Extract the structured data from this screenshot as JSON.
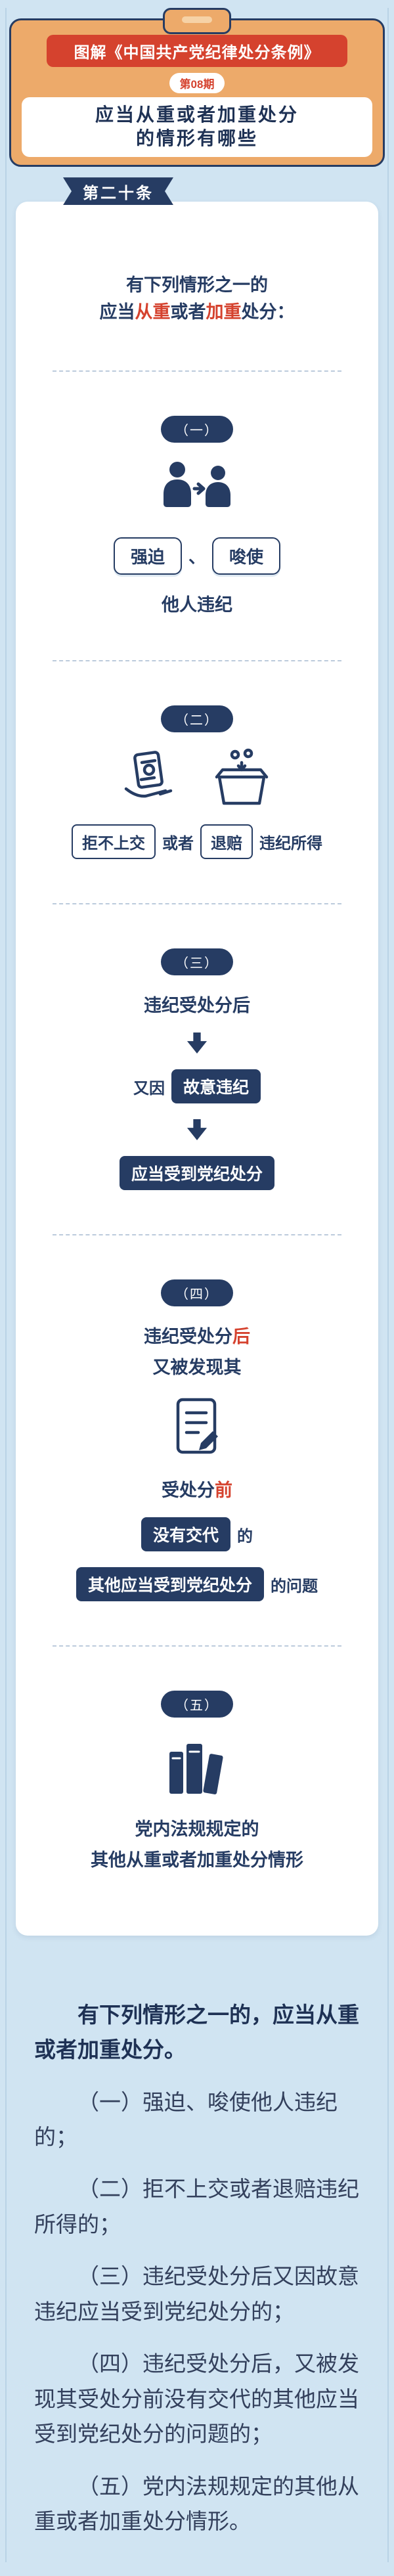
{
  "header": {
    "banner": "图解《中国共产党纪律处分条例》",
    "issue": "第08期",
    "title_line1": "应当从重或者加重处分",
    "title_line2": "的情形有哪些"
  },
  "ribbon": {
    "label": "第二十条"
  },
  "intro": {
    "line1": "有下列情形之一的",
    "pre": "应当",
    "em1": "从重",
    "mid": "或者",
    "em2": "加重",
    "post": "处分："
  },
  "s1": {
    "badge": "（一）",
    "pill1": "强迫",
    "sep": "、",
    "pill2": "唆使",
    "caption": "他人违纪"
  },
  "s2": {
    "badge": "（二）",
    "box1": "拒不上交",
    "mid": "或者",
    "box2": "退赔",
    "tail": "违纪所得"
  },
  "s3": {
    "badge": "（三）",
    "line1": "违纪受处分后",
    "pre": "又因",
    "box1": "故意违纪",
    "box2": "应当受到党纪处分"
  },
  "s4": {
    "badge": "（四）",
    "l1_pre": "违纪受处分",
    "l1_em": "后",
    "l2": "又被发现其",
    "l3_pre": "受处分",
    "l3_em": "前",
    "box1": "没有交代",
    "suf1": "的",
    "box2": "其他应当受到党纪处分",
    "suf2": "的问题"
  },
  "s5": {
    "badge": "（五）",
    "line1": "党内法规规定的",
    "line2": "其他从重或者加重处分情形"
  },
  "footer": {
    "lead": "有下列情形之一的，应当从重或者加重处分。",
    "items": [
      "（一）强迫、唆使他人违纪的；",
      "（二）拒不上交或者退赔违纪所得的；",
      "（三）违纪受处分后又因故意违纪应当受到党纪处分的；",
      "（四）违纪受处分后，又被发现其受处分前没有交代的其他应当受到党纪处分的问题的；",
      "（五）党内法规规定的其他从重或者加重处分情形。"
    ]
  },
  "icons": {
    "header": "clipboard-clip-icon",
    "s1": "coerce-people-icon",
    "s2a": "hand-banknote-icon",
    "s2b": "refund-box-icon",
    "s3_arrow": "down-arrow-icon",
    "s4": "document-pen-icon",
    "s5": "books-icon"
  },
  "colors": {
    "navy": "#263c63",
    "title_navy": "#1e3154",
    "red": "#d5422e",
    "tan": "#edaa6a",
    "background": "#d0e4f2",
    "card": "#ffffff"
  }
}
